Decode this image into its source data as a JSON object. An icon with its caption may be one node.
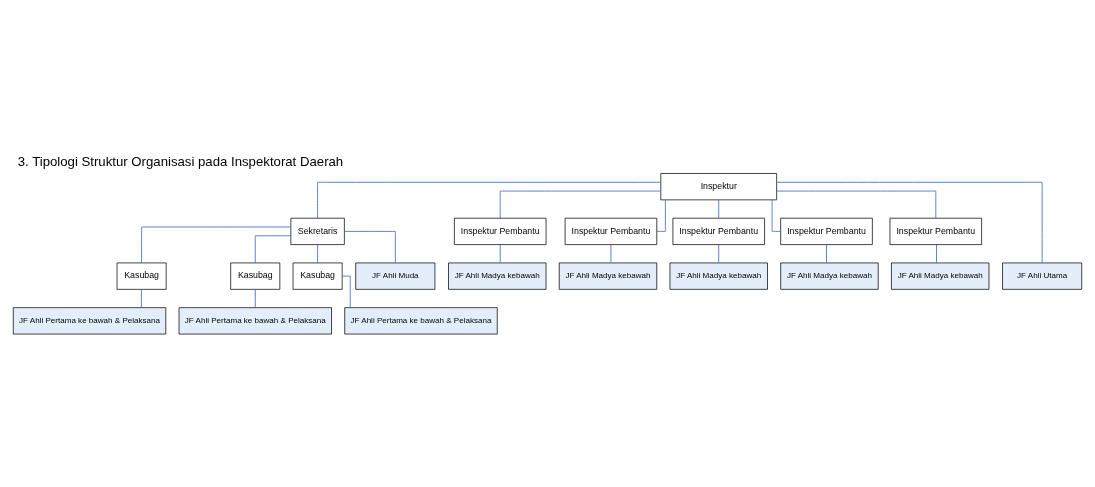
{
  "diagram": {
    "title": "3. Tipologi Struktur Organisasi pada Inspektorat Daerah",
    "nodes": [
      {
        "text": [
          "Inspektur"
        ]
      },
      {
        "text": [
          "Sekretaris"
        ]
      },
      {
        "text": [
          "Kasubag"
        ]
      },
      {
        "text": [
          "Kasubag"
        ]
      },
      {
        "text": [
          "Kasubag"
        ]
      },
      {
        "text": [
          "JF Ahli Pertama ke bawah & Pelaksana"
        ]
      },
      {
        "text": [
          "JF Ahli Pertama ke bawah & Pelaksana"
        ]
      },
      {
        "text": [
          "JF Ahli Pertama ke bawah & Pelaksana"
        ]
      },
      {
        "text": [
          "JF Ahli Muda"
        ]
      },
      {
        "text": [
          "Inspektur Pembantu"
        ]
      },
      {
        "text": [
          "Inspektur Pembantu"
        ]
      },
      {
        "text": [
          "Inspektur Pembantu"
        ]
      },
      {
        "text": [
          "Inspektur Pembantu"
        ]
      },
      {
        "text": [
          "Inspektur Pembantu"
        ]
      },
      {
        "text": [
          "JF Ahli Madya kebawah"
        ]
      },
      {
        "text": [
          "JF Ahli Madya kebawah"
        ]
      },
      {
        "text": [
          "JF Ahli Madya kebawah"
        ]
      },
      {
        "text": [
          "JF Ahli Utama"
        ]
      },
      {
        "text": [
          "JF Ahli Madya kebawah"
        ]
      },
      {
        "text": [
          "JF Ahli Madya kebawah"
        ]
      }
    ],
    "edges": [
      {
        "from": 0,
        "to": 1,
        "arrow": "none"
      },
      {
        "from": 1,
        "to": 2,
        "arrow": "none"
      },
      {
        "from": 1,
        "to": 3,
        "arrow": "none"
      },
      {
        "from": 1,
        "to": 4,
        "arrow": "none"
      },
      {
        "from": 1,
        "to": 8,
        "arrow": "none"
      },
      {
        "from": 2,
        "to": 5,
        "arrow": "none"
      },
      {
        "from": 3,
        "to": 6,
        "arrow": "none"
      },
      {
        "from": 4,
        "to": 7,
        "arrow": "none"
      },
      {
        "from": 0,
        "to": 9,
        "arrow": "none"
      },
      {
        "from": 0,
        "to": 10,
        "arrow": "none"
      },
      {
        "from": 0,
        "to": 11,
        "arrow": "none"
      },
      {
        "from": 0,
        "to": 17,
        "arrow": "none"
      },
      {
        "from": 0,
        "to": 12,
        "arrow": "none"
      },
      {
        "from": 0,
        "to": 13,
        "arrow": "none"
      },
      {
        "from": 9,
        "to": 14,
        "arrow": "none"
      },
      {
        "from": 10,
        "to": 15,
        "arrow": "none"
      },
      {
        "from": 11,
        "to": 16,
        "arrow": "none"
      },
      {
        "from": 12,
        "to": 18,
        "arrow": "none"
      },
      {
        "from": 13,
        "to": 19,
        "arrow": "none"
      }
    ]
  }
}
